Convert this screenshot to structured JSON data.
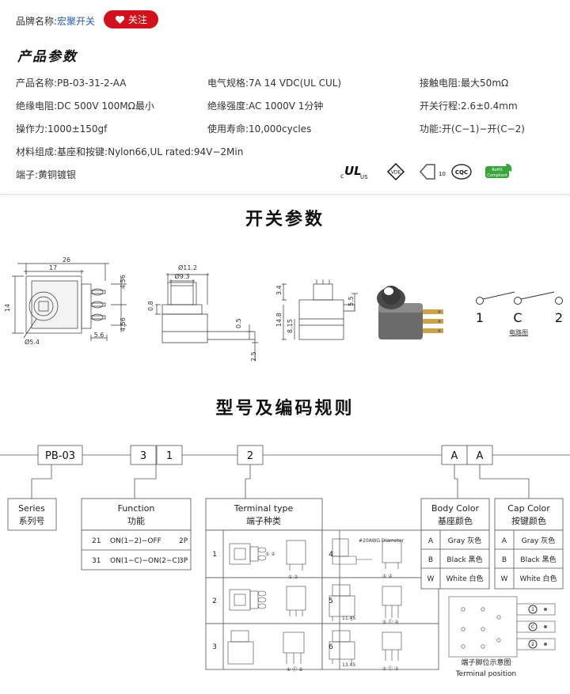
{
  "header": {
    "brand_label": "品牌名称:",
    "brand_name": "宏聚开关",
    "follow_label": "关注"
  },
  "product_section_title": "产品参数",
  "params": {
    "name": "产品名称:PB-03-31-2-AA",
    "electrical": "电气规格:7A  14 VDC(UL CUL)",
    "contact_resistance": "接触电阻:最大50mΩ",
    "insulation": "绝缘电阻:DC 500V 100MΩ最小",
    "dielectric": "绝缘强度:AC 1000V 1分钟",
    "travel": "开关行程:2.6±0.4mm",
    "force": "操作力:1000±150gf",
    "life": "使用寿命:10,000cycles",
    "function": "功能:开(C−1)−开(C−2)",
    "material": "材料组成:基座和按键:Nylon66,UL rated:94V−2Min",
    "terminal": "端子:黄铜镀银"
  },
  "certs": {
    "ul": "US",
    "vde": "VDE",
    "cqc": "CQC",
    "rohs_top": "RoHS",
    "rohs_bottom": "Compliant",
    "cert10": "10"
  },
  "switch_section_title": "开关参数",
  "dims": {
    "d26": "26",
    "d17": "17",
    "d14": "14",
    "d456a": "4.56",
    "d456b": "4.56",
    "d56": "5.6",
    "d54": "Ø5.4",
    "d112": "Ø11.2",
    "d93": "Ø9.3",
    "d08": "0.8",
    "d05": "0.5",
    "d25": "2.5",
    "d34": "3.4",
    "d148": "14.8",
    "d815": "8.15",
    "d55": "5.5"
  },
  "circuit": {
    "p1": "1",
    "pc": "C",
    "p2": "2",
    "caption": "电路图"
  },
  "code_section_title": "型号及编码规则",
  "code": {
    "series": "PB-03",
    "f1": "3",
    "f2": "1",
    "terminal": "2",
    "body": "A",
    "cap": "A"
  },
  "series_box": {
    "en": "Series",
    "cn": "系列号"
  },
  "function_box": {
    "en": "Function",
    "cn": "功能",
    "rows": [
      {
        "code": "21",
        "desc": "ON(1−2)−OFF",
        "pins": "2P"
      },
      {
        "code": "31",
        "desc": "ON(1−C)−ON(2−C)",
        "pins": "3P"
      }
    ]
  },
  "terminal_box": {
    "en": "Terminal type",
    "cn": "端子种类",
    "nums": [
      "1",
      "2",
      "3",
      "4",
      "5",
      "6"
    ],
    "note4": "#20AWG Diameter",
    "dim5": "11.45",
    "dim6": "13.45",
    "pins2": "① ②",
    "pins3": "① Ⓒ ②"
  },
  "body_box": {
    "en": "Body Color",
    "cn": "基座颜色",
    "rows": [
      {
        "c": "A",
        "v": "Gray 灰色"
      },
      {
        "c": "B",
        "v": "Black 黑色"
      },
      {
        "c": "W",
        "v": "White 白色"
      }
    ]
  },
  "cap_box": {
    "en": "Cap Color",
    "cn": "按键颜色",
    "rows": [
      {
        "c": "A",
        "v": "Gray 灰色"
      },
      {
        "c": "B",
        "v": "Black 黑色"
      },
      {
        "c": "W",
        "v": "White 白色"
      }
    ]
  },
  "terminal_position": {
    "cn": "端子脚位示意图",
    "en": "Terminal position",
    "pin1": "1",
    "pinc": "C",
    "pin2": "2"
  },
  "colors": {
    "follow_bg": "#d0101c",
    "brand_link": "#2a5db0",
    "rohs_green": "#3aa33a"
  }
}
